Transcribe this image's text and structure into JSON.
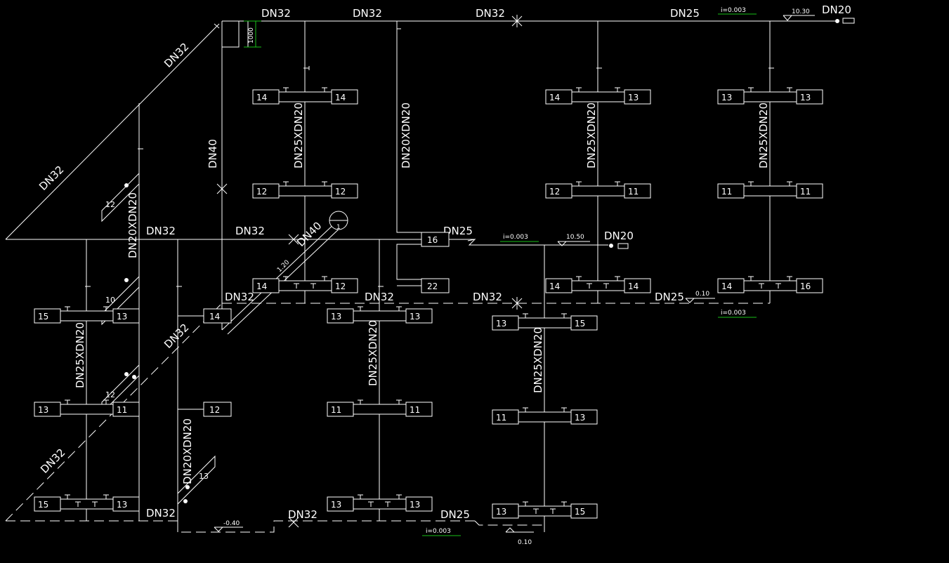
{
  "colors": {
    "background": "#000000",
    "lines": "#ffffff",
    "slope_arrow": "#19c019"
  },
  "labels": {
    "dn32": "DN32",
    "dn25": "DN25",
    "dn20": "DN20",
    "dn40": "DN40",
    "dn25x20": "DN25XDN20",
    "dn20x20": "DN20XDN20",
    "slope": "i=0.003",
    "elev_top": "10.30",
    "elev_mid": "10.50",
    "elev_right_low": "0.10",
    "elev_bottom": "0.10",
    "elev_neg": "-0.40",
    "dim_1000": "1000",
    "elev_120": "1.20",
    "riser_num": "1"
  },
  "fixtures": {
    "a1": "14",
    "a2": "14",
    "a3": "12",
    "a4": "12",
    "a5": "14",
    "a6": "12",
    "b1": "14",
    "b2": "13",
    "b3": "12",
    "b4": "11",
    "b5": "14",
    "b6": "14",
    "c1": "13",
    "c2": "13",
    "c3": "11",
    "c4": "11",
    "c5": "14",
    "c6": "16",
    "d1": "16",
    "d2": "22",
    "e1": "15",
    "e2": "13",
    "e3": "13",
    "e4": "11",
    "e5": "15",
    "e6": "13",
    "f1": "14",
    "f2": "12",
    "g1": "13",
    "g2": "13",
    "g3": "11",
    "g4": "11",
    "g5": "13",
    "g6": "13",
    "h1": "13",
    "h2": "15",
    "h3": "11",
    "h4": "13",
    "h5": "13",
    "h6": "15",
    "p1": "12",
    "p2": "10",
    "p3": "12",
    "p4": "13"
  }
}
